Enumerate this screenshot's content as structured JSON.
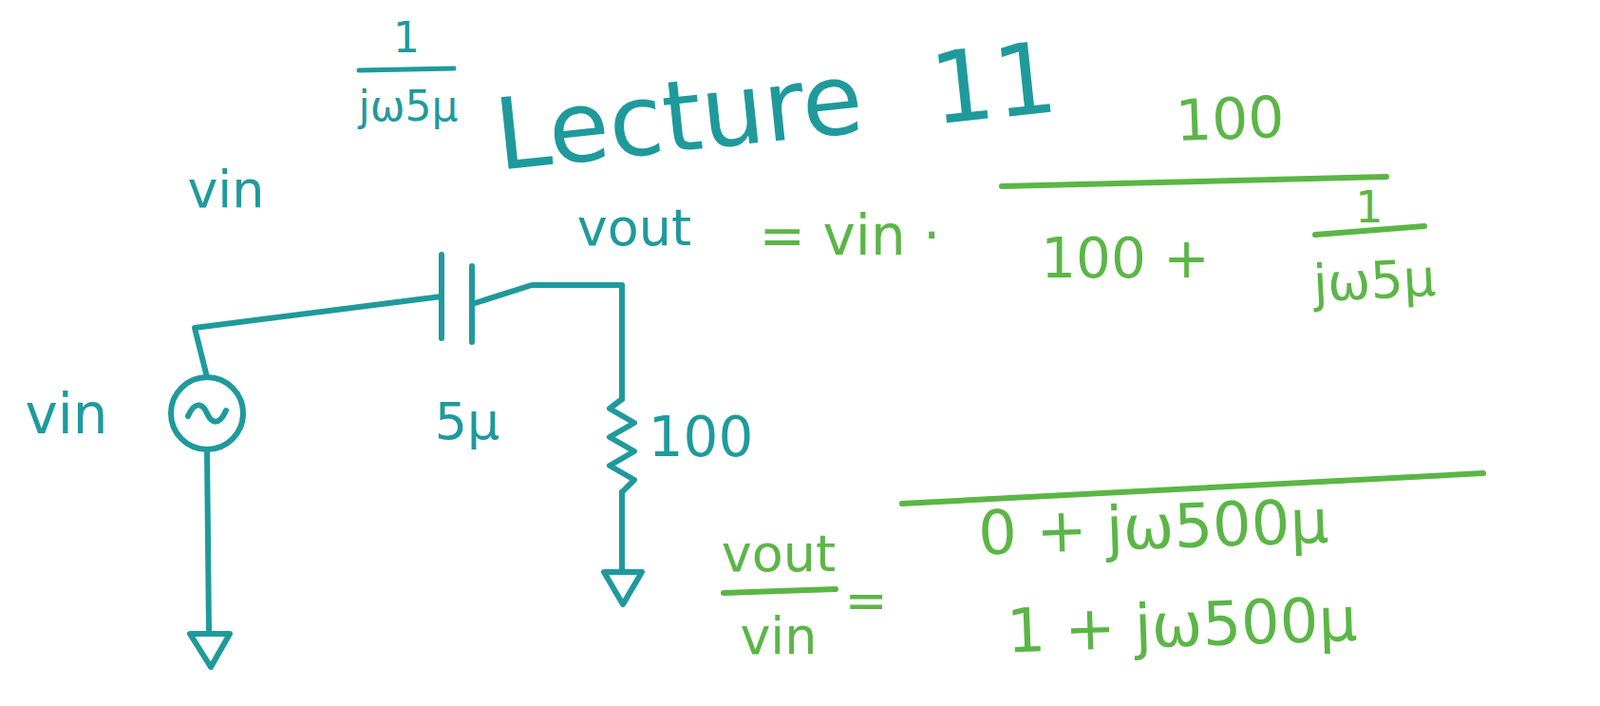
{
  "diagram": {
    "title": "Lecture 11",
    "labels": [
      "vin",
      "1",
      "jω5μ",
      "vout",
      "vin",
      "5μ",
      "100",
      "= vin ·",
      "100",
      "100 +",
      "1",
      "jω5μ",
      "vout",
      "vin",
      "=",
      "0 + jω500μ",
      "1 + jω500μ"
    ]
  }
}
